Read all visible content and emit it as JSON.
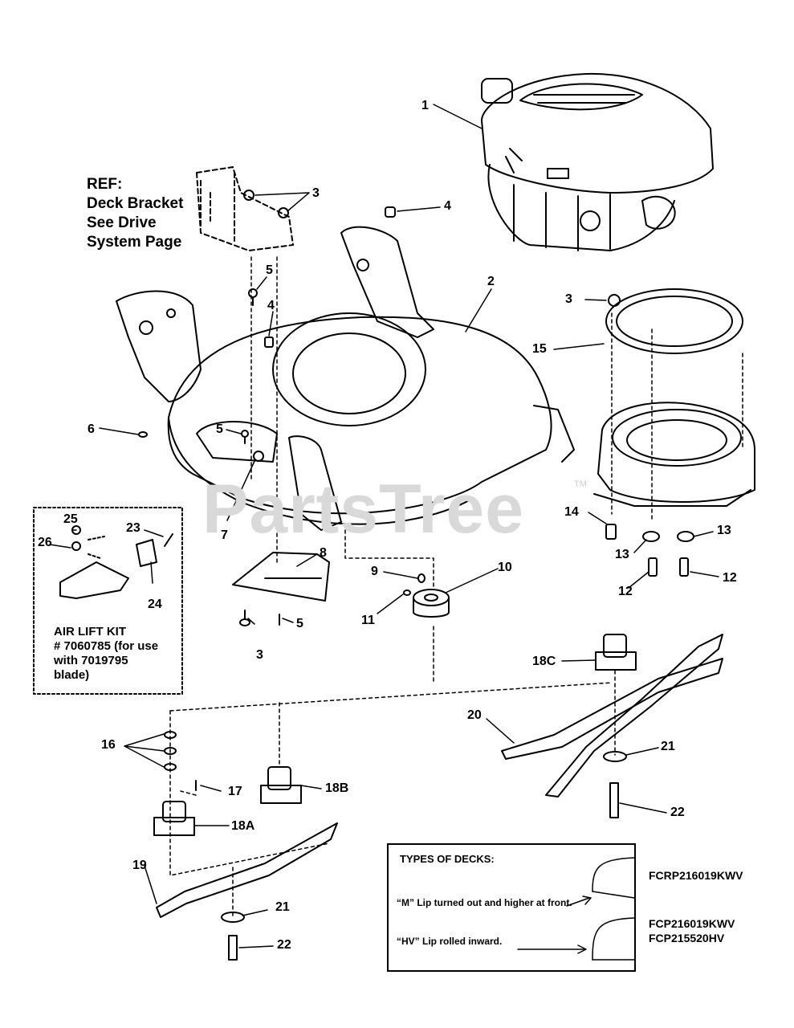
{
  "watermark": {
    "text": "PartsTree",
    "tm": "TM"
  },
  "reference_note": {
    "line1": "REF:",
    "line2": "Deck Bracket",
    "line3": "See Drive",
    "line4": "System Page"
  },
  "air_lift_kit": {
    "line1": "AIR LIFT KIT",
    "line2": "# 7060785 (for use",
    "line3": "with 7019795",
    "line4": "blade)"
  },
  "callouts": {
    "c1": "1",
    "c2": "2",
    "c3a": "3",
    "c3b": "3",
    "c3c": "3",
    "c4a": "4",
    "c4b": "4",
    "c5a": "5",
    "c5b": "5",
    "c5c": "5",
    "c6": "6",
    "c7": "7",
    "c8": "8",
    "c9": "9",
    "c10": "10",
    "c11": "11",
    "c12a": "12",
    "c12b": "12",
    "c13a": "13",
    "c13b": "13",
    "c14": "14",
    "c15": "15",
    "c16": "16",
    "c17": "17",
    "c18a": "18A",
    "c18b": "18B",
    "c18c": "18C",
    "c19": "19",
    "c20": "20",
    "c21a": "21",
    "c21b": "21",
    "c22a": "22",
    "c22b": "22",
    "c23": "23",
    "c24": "24",
    "c25": "25",
    "c26": "26"
  },
  "types_of_decks": {
    "title": "TYPES OF DECKS:",
    "m_desc": "“M” Lip turned out and higher at front.",
    "hv_desc": "“HV” Lip rolled inward.",
    "m_models": [
      "FCRP216019KWV"
    ],
    "hv_models": [
      "FCP216019KWV",
      "FCP215520HV"
    ]
  }
}
